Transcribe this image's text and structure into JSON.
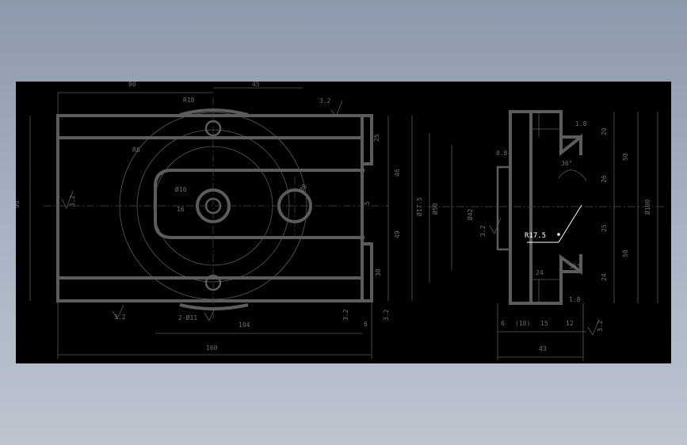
{
  "drawing": {
    "front_view": {
      "dims": {
        "top_90": "90",
        "top_45": "45",
        "r18": "R18",
        "roughness_top": "3.2",
        "r8": "R8",
        "d16": "Ø16",
        "d16b": "16",
        "d8": "Ø8",
        "dia_left": "90",
        "side_25": "25",
        "side_46": "46",
        "side_5": "5",
        "side_49": "49",
        "side_30": "30",
        "d17_5": "Ø17.5",
        "holes": "2-Ø11",
        "w104": "104",
        "w160": "160",
        "w6": "6",
        "rough_bl": "3.2",
        "rough_br1": "3.2",
        "rough_br2": "3.2",
        "rough_left": "3.2"
      }
    },
    "side_view": {
      "dims": {
        "d50": "Ø50",
        "d42": "Ø42",
        "d100": "Ø100",
        "r20": "20",
        "r50a": "50",
        "r26": "26",
        "r25": "25",
        "r50b": "50",
        "r24a": "24",
        "t08": "0.8",
        "t18a": "1.8",
        "t18b": "1.8",
        "a36a": "36°",
        "a36b": "36°",
        "h24": "24",
        "b6": "6",
        "b10": "(10)",
        "b15": "15",
        "b12": "12",
        "b43": "43",
        "rough_right": "3.2",
        "rough_inner": "3.2"
      },
      "callout": "R17.5"
    }
  }
}
